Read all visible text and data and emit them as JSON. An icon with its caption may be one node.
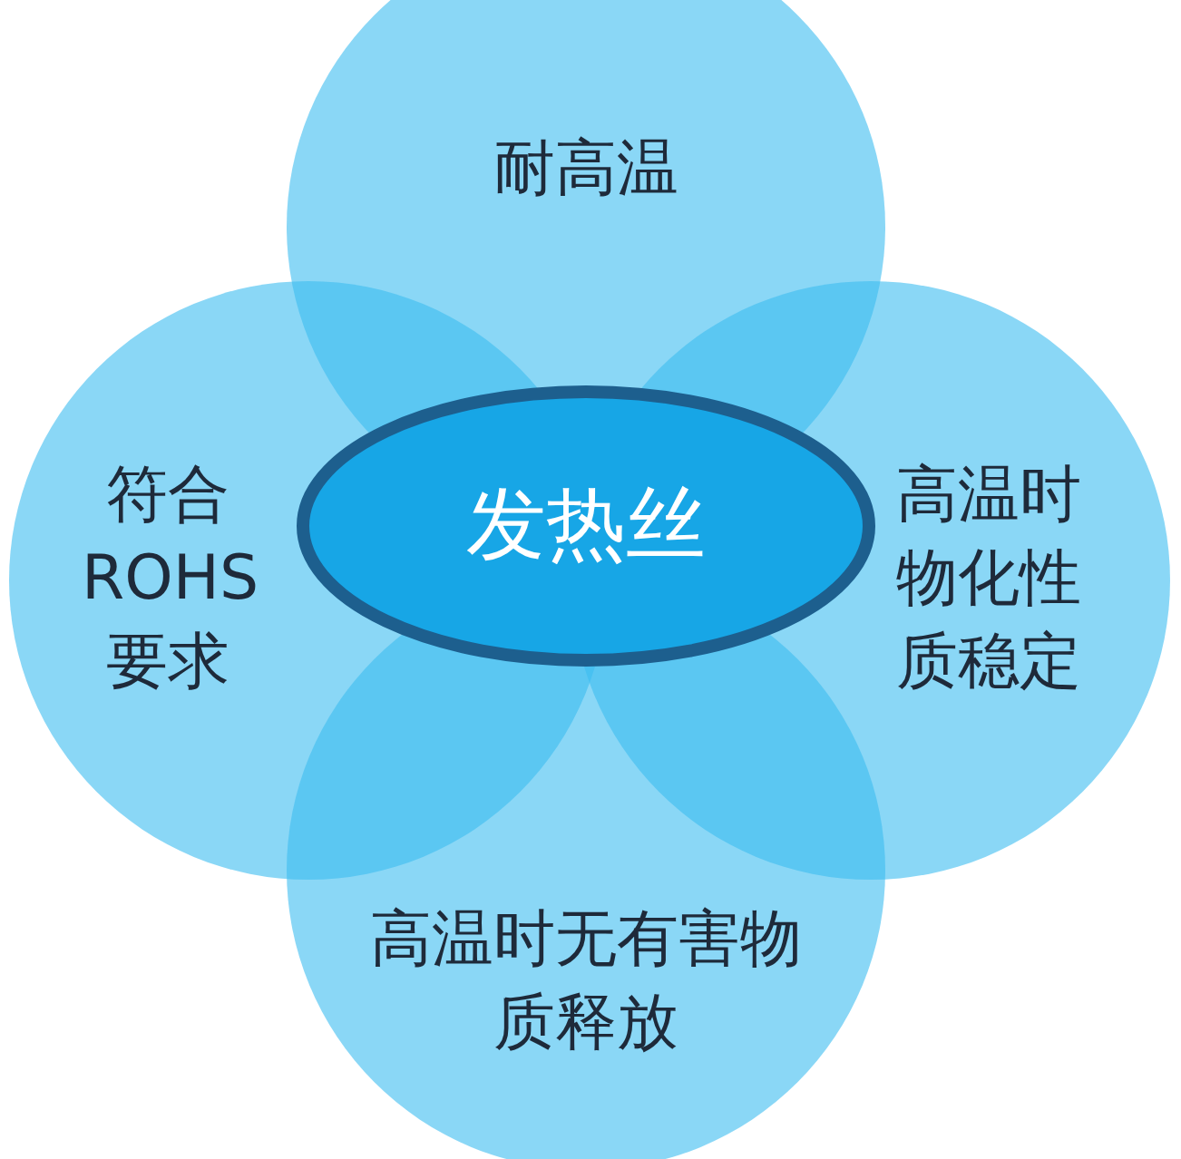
{
  "diagram": {
    "nodes": [
      {
        "text": [
          "耐高温"
        ]
      },
      {
        "text": [
          "符合ROHS要求"
        ]
      },
      {
        "text": [
          "发热丝"
        ]
      },
      {
        "text": [
          "高温时物化性质稳定"
        ]
      },
      {
        "text": [
          "高温时无有害物质释放"
        ]
      }
    ]
  }
}
